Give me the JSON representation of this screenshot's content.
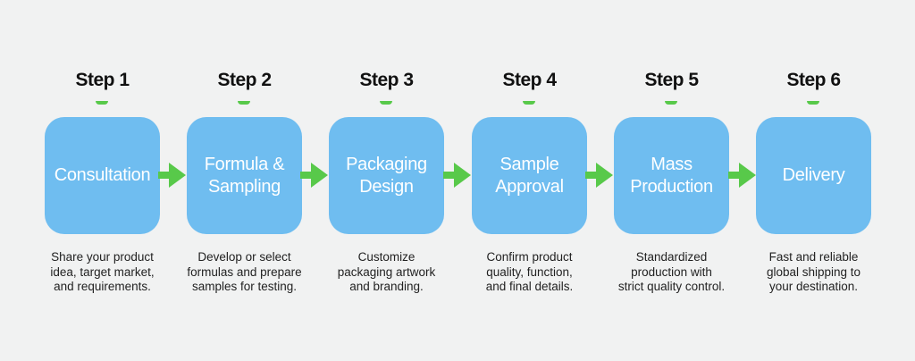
{
  "diagram": {
    "steps": [
      {
        "label": "Step 1",
        "title": "Consultation",
        "description": "Share your product\nidea, target market,\nand requirements."
      },
      {
        "label": "Step 2",
        "title": "Formula & Sampling",
        "description": "Develop or select\nformulas and prepare\nsamples for testing."
      },
      {
        "label": "Step 3",
        "title": "Packaging Design",
        "description": "Customize\npackaging artwork\nand branding."
      },
      {
        "label": "Step 4",
        "title": "Sample Approval",
        "description": "Confirm product\nquality, function,\nand final details."
      },
      {
        "label": "Step 5",
        "title": "Mass Production",
        "description": "Standardized\nproduction with\nstrict quality control."
      },
      {
        "label": "Step 6",
        "title": "Delivery",
        "description": "Fast and reliable\nglobal shipping to\nyour destination."
      }
    ],
    "colors": {
      "box": "#6fbdf0",
      "arrow": "#58c94a",
      "background": "#f1f2f2"
    },
    "connector_icon": "arrow-right-icon"
  }
}
